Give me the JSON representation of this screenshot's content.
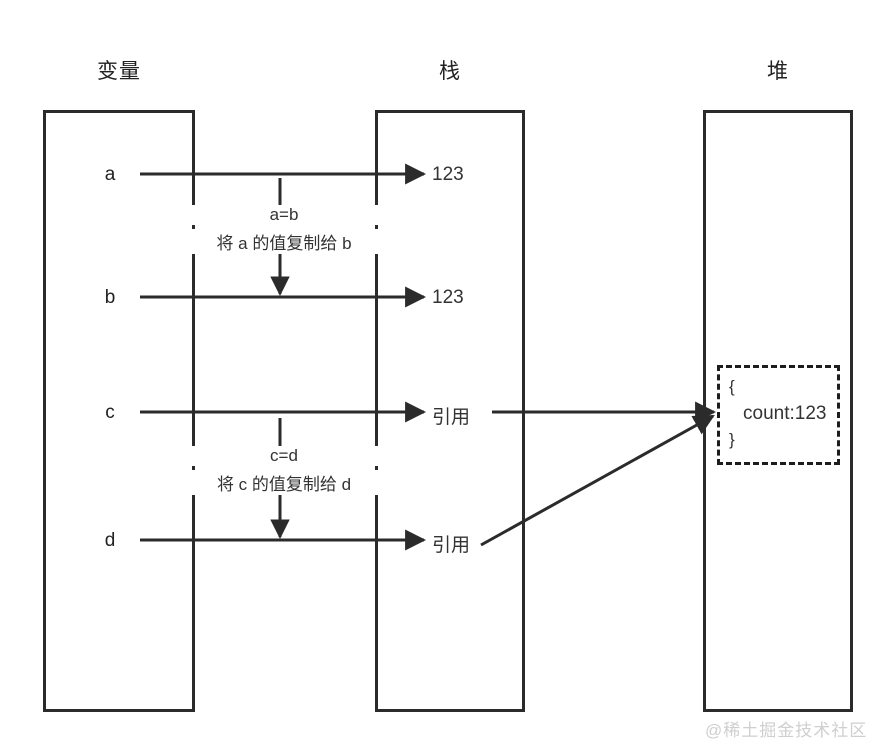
{
  "diagram": {
    "title_columns": [
      {
        "label": "变量",
        "name": "variable"
      },
      {
        "label": "栈",
        "name": "stack"
      },
      {
        "label": "堆",
        "name": "heap"
      }
    ],
    "variables": [
      {
        "name": "a",
        "label": "a",
        "stack_value": "123"
      },
      {
        "name": "b",
        "label": "b",
        "stack_value": "123"
      },
      {
        "name": "c",
        "label": "c",
        "stack_value": "引用"
      },
      {
        "name": "d",
        "label": "d",
        "stack_value": "引用"
      }
    ],
    "annotations": [
      {
        "expr": "a=b",
        "desc": "将 a 的值复制给 b"
      },
      {
        "expr": "c=d",
        "desc": "将 c 的值复制给 d"
      }
    ],
    "heap_object": {
      "open_brace": "{",
      "property": "count:123",
      "close_brace": "}"
    },
    "watermark": "@稀土掘金技术社区",
    "colors": {
      "line": "#2b2b2b",
      "text": "#333333",
      "background": "#ffffff",
      "watermark": "#cfcfcf"
    }
  }
}
